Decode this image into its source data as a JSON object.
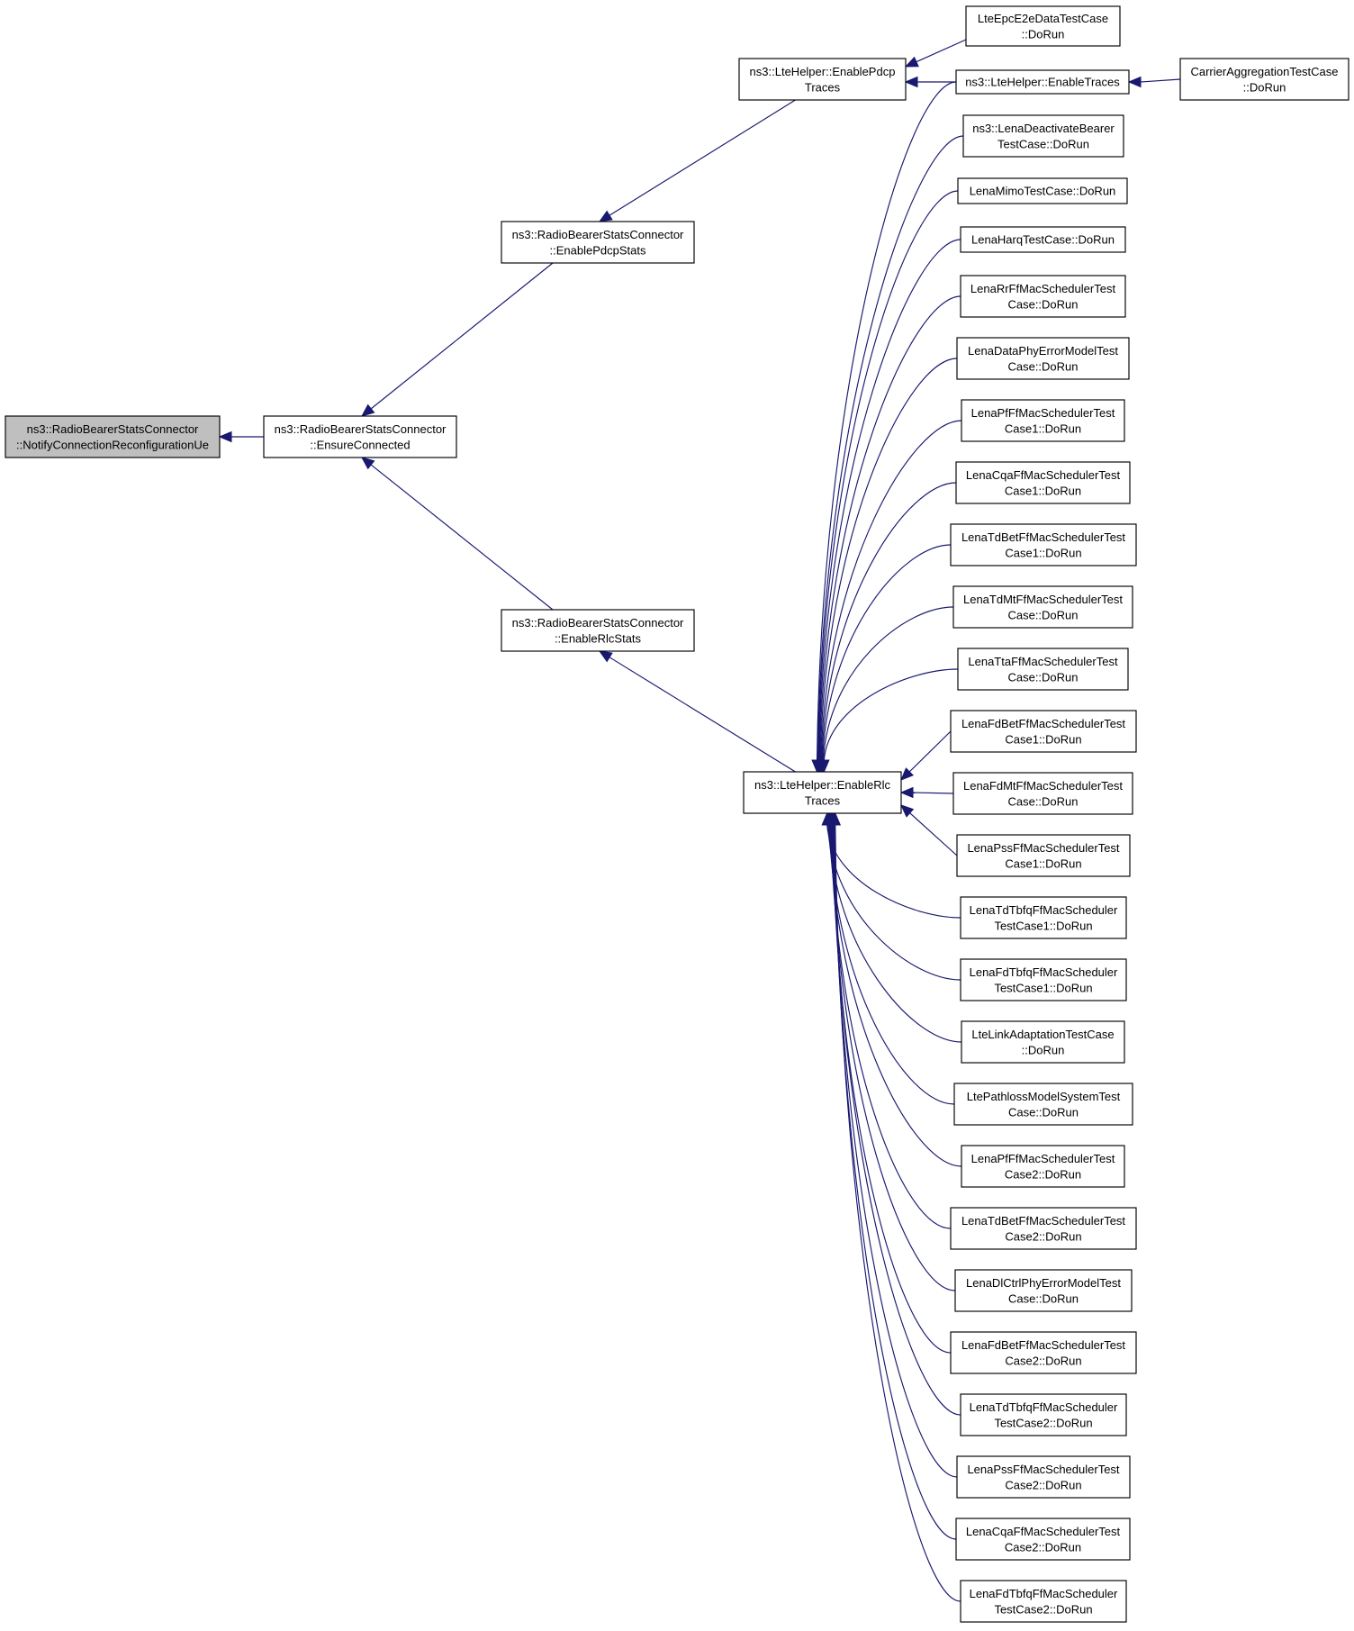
{
  "graph": {
    "nodes": [
      {
        "id": "root",
        "lines": [
          "ns3::RadioBearerStatsConnector",
          "::NotifyConnectionReconfigurationUe"
        ],
        "highlighted": true
      },
      {
        "id": "ensure",
        "lines": [
          "ns3::RadioBearerStatsConnector",
          "::EnsureConnected"
        ]
      },
      {
        "id": "pdcpstats",
        "lines": [
          "ns3::RadioBearerStatsConnector",
          "::EnablePdcpStats"
        ]
      },
      {
        "id": "rlcstats",
        "lines": [
          "ns3::RadioBearerStatsConnector",
          "::EnableRlcStats"
        ]
      },
      {
        "id": "pdcptraces",
        "lines": [
          "ns3::LteHelper::EnablePdcp",
          "Traces"
        ]
      },
      {
        "id": "rlctraces",
        "lines": [
          "ns3::LteHelper::EnableRlc",
          "Traces"
        ]
      },
      {
        "id": "epce2e",
        "lines": [
          "LteEpcE2eDataTestCase",
          "::DoRun"
        ]
      },
      {
        "id": "enabletraces",
        "lines": [
          "ns3::LteHelper::EnableTraces"
        ]
      },
      {
        "id": "carrieragg",
        "lines": [
          "CarrierAggregationTestCase",
          "::DoRun"
        ]
      },
      {
        "id": "deactbearer",
        "lines": [
          "ns3::LenaDeactivateBearer",
          "TestCase::DoRun"
        ]
      },
      {
        "id": "mimo",
        "lines": [
          "LenaMimoTestCase::DoRun"
        ]
      },
      {
        "id": "harq",
        "lines": [
          "LenaHarqTestCase::DoRun"
        ]
      },
      {
        "id": "rr",
        "lines": [
          "LenaRrFfMacSchedulerTest",
          "Case::DoRun"
        ]
      },
      {
        "id": "dataphy",
        "lines": [
          "LenaDataPhyErrorModelTest",
          "Case::DoRun"
        ]
      },
      {
        "id": "pf1",
        "lines": [
          "LenaPfFfMacSchedulerTest",
          "Case1::DoRun"
        ]
      },
      {
        "id": "cqa1",
        "lines": [
          "LenaCqaFfMacSchedulerTest",
          "Case1::DoRun"
        ]
      },
      {
        "id": "tdbet1",
        "lines": [
          "LenaTdBetFfMacSchedulerTest",
          "Case1::DoRun"
        ]
      },
      {
        "id": "tdmt",
        "lines": [
          "LenaTdMtFfMacSchedulerTest",
          "Case::DoRun"
        ]
      },
      {
        "id": "tta",
        "lines": [
          "LenaTtaFfMacSchedulerTest",
          "Case::DoRun"
        ]
      },
      {
        "id": "fdbet1",
        "lines": [
          "LenaFdBetFfMacSchedulerTest",
          "Case1::DoRun"
        ]
      },
      {
        "id": "fdmt",
        "lines": [
          "LenaFdMtFfMacSchedulerTest",
          "Case::DoRun"
        ]
      },
      {
        "id": "pss1",
        "lines": [
          "LenaPssFfMacSchedulerTest",
          "Case1::DoRun"
        ]
      },
      {
        "id": "tdtbfq1",
        "lines": [
          "LenaTdTbfqFfMacScheduler",
          "TestCase1::DoRun"
        ]
      },
      {
        "id": "fdtbfq1",
        "lines": [
          "LenaFdTbfqFfMacScheduler",
          "TestCase1::DoRun"
        ]
      },
      {
        "id": "linkadapt",
        "lines": [
          "LteLinkAdaptationTestCase",
          "::DoRun"
        ]
      },
      {
        "id": "pathloss",
        "lines": [
          "LtePathlossModelSystemTest",
          "Case::DoRun"
        ]
      },
      {
        "id": "pf2",
        "lines": [
          "LenaPfFfMacSchedulerTest",
          "Case2::DoRun"
        ]
      },
      {
        "id": "tdbet2",
        "lines": [
          "LenaTdBetFfMacSchedulerTest",
          "Case2::DoRun"
        ]
      },
      {
        "id": "dlctrl",
        "lines": [
          "LenaDlCtrlPhyErrorModelTest",
          "Case::DoRun"
        ]
      },
      {
        "id": "fdbet2",
        "lines": [
          "LenaFdBetFfMacSchedulerTest",
          "Case2::DoRun"
        ]
      },
      {
        "id": "tdtbfq2",
        "lines": [
          "LenaTdTbfqFfMacScheduler",
          "TestCase2::DoRun"
        ]
      },
      {
        "id": "pss2",
        "lines": [
          "LenaPssFfMacSchedulerTest",
          "Case2::DoRun"
        ]
      },
      {
        "id": "cqa2",
        "lines": [
          "LenaCqaFfMacSchedulerTest",
          "Case2::DoRun"
        ]
      },
      {
        "id": "fdtbfq2",
        "lines": [
          "LenaFdTbfqFfMacScheduler",
          "TestCase2::DoRun"
        ]
      }
    ],
    "edges": [
      {
        "from": "ensure",
        "to": "root"
      },
      {
        "from": "pdcpstats",
        "to": "ensure"
      },
      {
        "from": "rlcstats",
        "to": "ensure"
      },
      {
        "from": "pdcptraces",
        "to": "pdcpstats"
      },
      {
        "from": "rlctraces",
        "to": "rlcstats"
      },
      {
        "from": "epce2e",
        "to": "pdcptraces"
      },
      {
        "from": "enabletraces",
        "to": "pdcptraces"
      },
      {
        "from": "carrieragg",
        "to": "enabletraces"
      },
      {
        "from": "enabletraces",
        "to": "rlctraces"
      },
      {
        "from": "deactbearer",
        "to": "rlctraces"
      },
      {
        "from": "mimo",
        "to": "rlctraces"
      },
      {
        "from": "harq",
        "to": "rlctraces"
      },
      {
        "from": "rr",
        "to": "rlctraces"
      },
      {
        "from": "dataphy",
        "to": "rlctraces"
      },
      {
        "from": "pf1",
        "to": "rlctraces"
      },
      {
        "from": "cqa1",
        "to": "rlctraces"
      },
      {
        "from": "tdbet1",
        "to": "rlctraces"
      },
      {
        "from": "tdmt",
        "to": "rlctraces"
      },
      {
        "from": "tta",
        "to": "rlctraces"
      },
      {
        "from": "fdbet1",
        "to": "rlctraces"
      },
      {
        "from": "fdmt",
        "to": "rlctraces"
      },
      {
        "from": "pss1",
        "to": "rlctraces"
      },
      {
        "from": "tdtbfq1",
        "to": "rlctraces"
      },
      {
        "from": "fdtbfq1",
        "to": "rlctraces"
      },
      {
        "from": "linkadapt",
        "to": "rlctraces"
      },
      {
        "from": "pathloss",
        "to": "rlctraces"
      },
      {
        "from": "pf2",
        "to": "rlctraces"
      },
      {
        "from": "tdbet2",
        "to": "rlctraces"
      },
      {
        "from": "dlctrl",
        "to": "rlctraces"
      },
      {
        "from": "fdbet2",
        "to": "rlctraces"
      },
      {
        "from": "tdtbfq2",
        "to": "rlctraces"
      },
      {
        "from": "pss2",
        "to": "rlctraces"
      },
      {
        "from": "cqa2",
        "to": "rlctraces"
      },
      {
        "from": "fdtbfq2",
        "to": "rlctraces"
      }
    ],
    "colors": {
      "edge": "#191970",
      "node_border": "#000000",
      "highlight_fill": "#bfbfbf",
      "node_fill": "#ffffff"
    }
  }
}
